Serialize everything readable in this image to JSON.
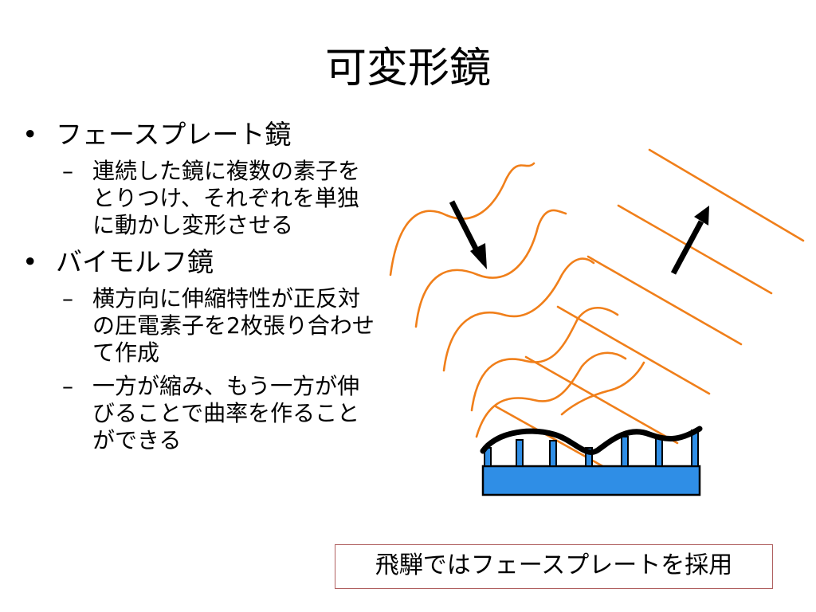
{
  "title": "可変形鏡",
  "bullets": [
    {
      "label": "フェースプレート鏡",
      "sub": [
        "連続した鏡に複数の素子をとりつけ、それぞれを単独に動かし変形させる"
      ]
    },
    {
      "label": "バイモルフ鏡",
      "sub": [
        "横方向に伸縮特性が正反対の圧電素子を2枚張り合わせて作成",
        "一方が縮み、もう一方が伸びることで曲率を作ることができる"
      ]
    }
  ],
  "callout": "飛騨ではフェースプレートを採用",
  "colors": {
    "wave": "#F07F1A",
    "mirror_base": "#2F8EE6",
    "arrow": "#000000",
    "callout_border": "#B06060"
  }
}
